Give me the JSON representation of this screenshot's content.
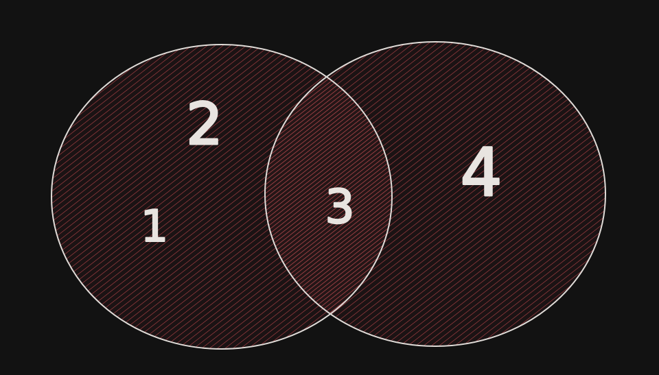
{
  "diagram": {
    "type": "venn",
    "colors": {
      "background": "#121212",
      "outline": "#e0dcd8",
      "hatch": "#c94a4e"
    },
    "regions": [
      {
        "id": "region-1",
        "label": "1"
      },
      {
        "id": "region-2",
        "label": "2"
      },
      {
        "id": "region-3",
        "label": "3"
      },
      {
        "id": "region-4",
        "label": "4"
      }
    ]
  }
}
